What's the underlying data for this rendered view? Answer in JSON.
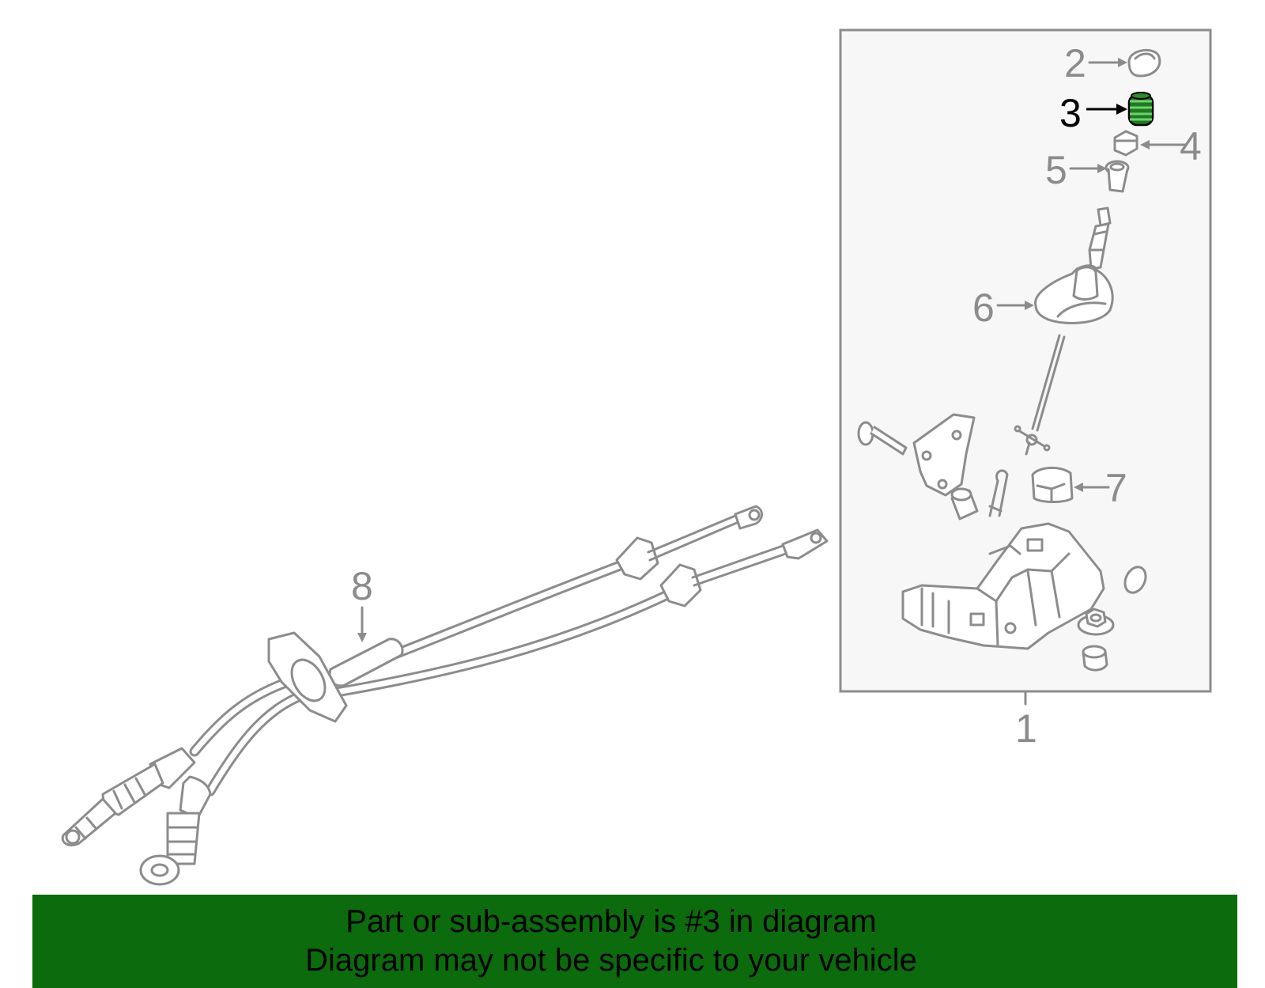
{
  "diagram": {
    "callouts": [
      {
        "id": "1",
        "label": "1"
      },
      {
        "id": "2",
        "label": "2"
      },
      {
        "id": "3",
        "label": "3",
        "highlighted": true
      },
      {
        "id": "4",
        "label": "4"
      },
      {
        "id": "5",
        "label": "5"
      },
      {
        "id": "6",
        "label": "6"
      },
      {
        "id": "7",
        "label": "7"
      },
      {
        "id": "8",
        "label": "8"
      }
    ],
    "colors": {
      "line": "#8c8c8c",
      "highlight_part": "#1f7a1f",
      "highlight_label": "#000000",
      "box_fill": "#f7f7f7",
      "banner_bg": "#0c6b0c"
    }
  },
  "banner": {
    "line1": "Part or sub-assembly is #3 in diagram",
    "line2": "Diagram may not be specific to your vehicle"
  }
}
